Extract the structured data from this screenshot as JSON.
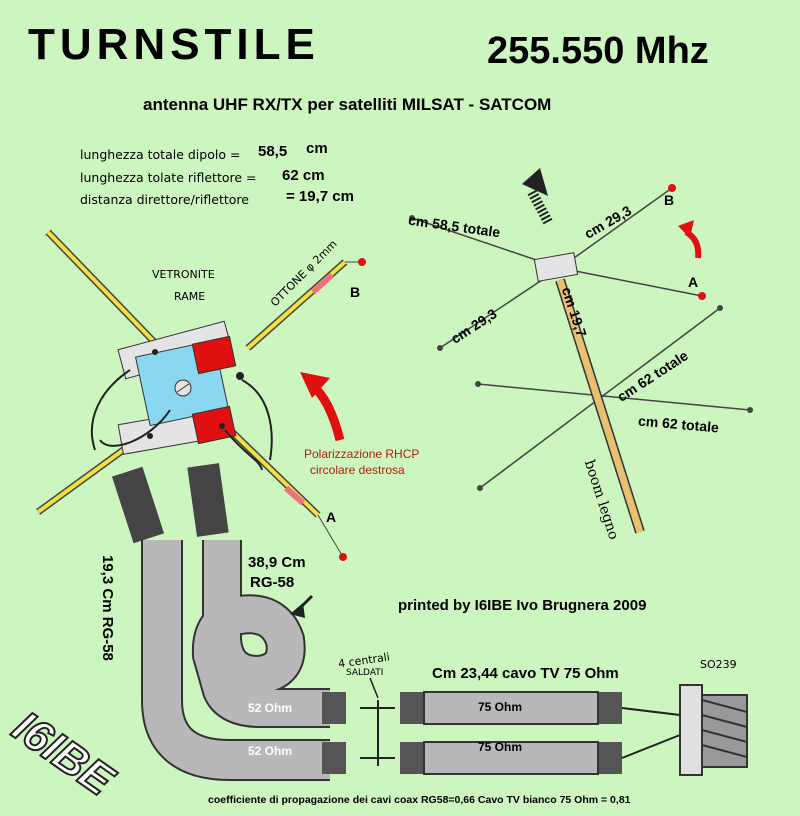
{
  "title": "TURNSTILE",
  "frequency": "255.550 Mhz",
  "subtitle": "antenna UHF  RX/TX per satelliti MILSAT - SATCOM",
  "dimensions": {
    "dipole_label": "lunghezza totale dipolo =",
    "dipole_value": "58,5",
    "dipole_unit": "cm",
    "reflector_label": "lunghezza tolate riflettore =",
    "reflector_value": "62 cm",
    "distance_label": "distanza direttore/riflettore",
    "distance_value": "= 19,7 cm"
  },
  "left_diagram": {
    "vetronite": "VETRONITE",
    "rame": "RAME",
    "ottone": "OTTONE φ 2mm",
    "point_b": "B",
    "point_a": "A",
    "polarization_line1": "Polarizzazione RHCP",
    "polarization_line2": "circolare destrosa",
    "cable_short_len": "38,9 Cm",
    "cable_short_type": "RG-58",
    "cable_long": "19,3 Cm RG-58",
    "soldered_line1": "4 centrali",
    "soldered_line2": "SALDATI",
    "ohm52_top": "52 Ohm",
    "ohm52_bottom": "52 Ohm",
    "ohm75_top": "75 Ohm",
    "ohm75_bottom": "75 Ohm",
    "tv_cable": "Cm 23,44 cavo TV 75 Ohm",
    "connector_code": "SO239"
  },
  "right_diagram": {
    "total_585": "cm 58,5 totale",
    "seg_293_top": "cm 29,3",
    "seg_293_left": "cm 29,3",
    "boom_len": "cm 19,7",
    "refl_top": "cm 62 totale",
    "refl_bottom": "cm 62 totale",
    "boom": "boom legno",
    "point_b": "B",
    "point_a": "A"
  },
  "credit": "printed by I6IBE Ivo Brugnera 2009",
  "logo": "I6IBE",
  "footer": "coefficiente di propagazione dei cavi coax RG58=0,66  Cavo TV bianco 75 Ohm = 0,81",
  "colors": {
    "background": "#ccf5c0",
    "red": "#e01010",
    "yellow": "#f0e040",
    "cable": "#b8b8b8"
  }
}
